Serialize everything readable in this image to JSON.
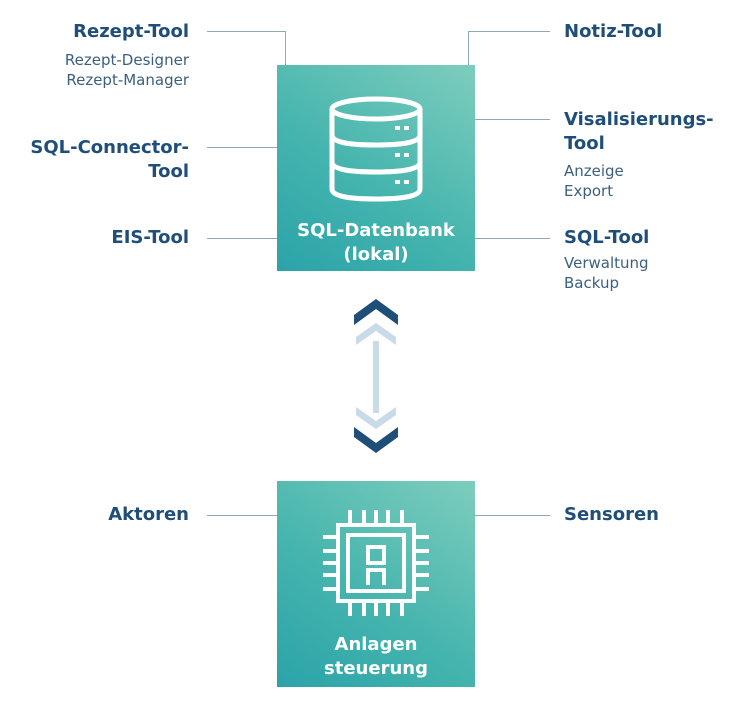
{
  "database_box": {
    "label_line1": "SQL-Datenbank",
    "label_line2": "(lokal)",
    "icon": "database-icon"
  },
  "control_box": {
    "label_line1": "Anlagen",
    "label_line2": "steuerung",
    "icon": "chip-icon"
  },
  "tools_left": [
    {
      "title": "Rezept-Tool",
      "sub": [
        "Rezept-Designer",
        "Rezept-Manager"
      ]
    },
    {
      "title_line1": "SQL-Connector-",
      "title_line2": "Tool"
    },
    {
      "title": "EIS-Tool"
    }
  ],
  "tools_right": [
    {
      "title": "Notiz-Tool"
    },
    {
      "title_line1": "Visalisierungs-",
      "title_line2": "Tool",
      "sub": [
        "Anzeige",
        "Export"
      ]
    },
    {
      "title": "SQL-Tool",
      "sub": [
        "Verwaltung",
        "Backup"
      ]
    }
  ],
  "control_left": {
    "title": "Aktoren"
  },
  "control_right": {
    "title": "Sensoren"
  },
  "connector": {
    "icon": "bidirectional-arrow-icon"
  },
  "colors": {
    "text_primary": "#1f4e79",
    "box_gradient_start": "#2aa3a9",
    "box_gradient_end": "#7ecdbd",
    "line": "#8fa7bb",
    "arrow_dark": "#1f4e79",
    "arrow_light": "#c9dbe7"
  }
}
